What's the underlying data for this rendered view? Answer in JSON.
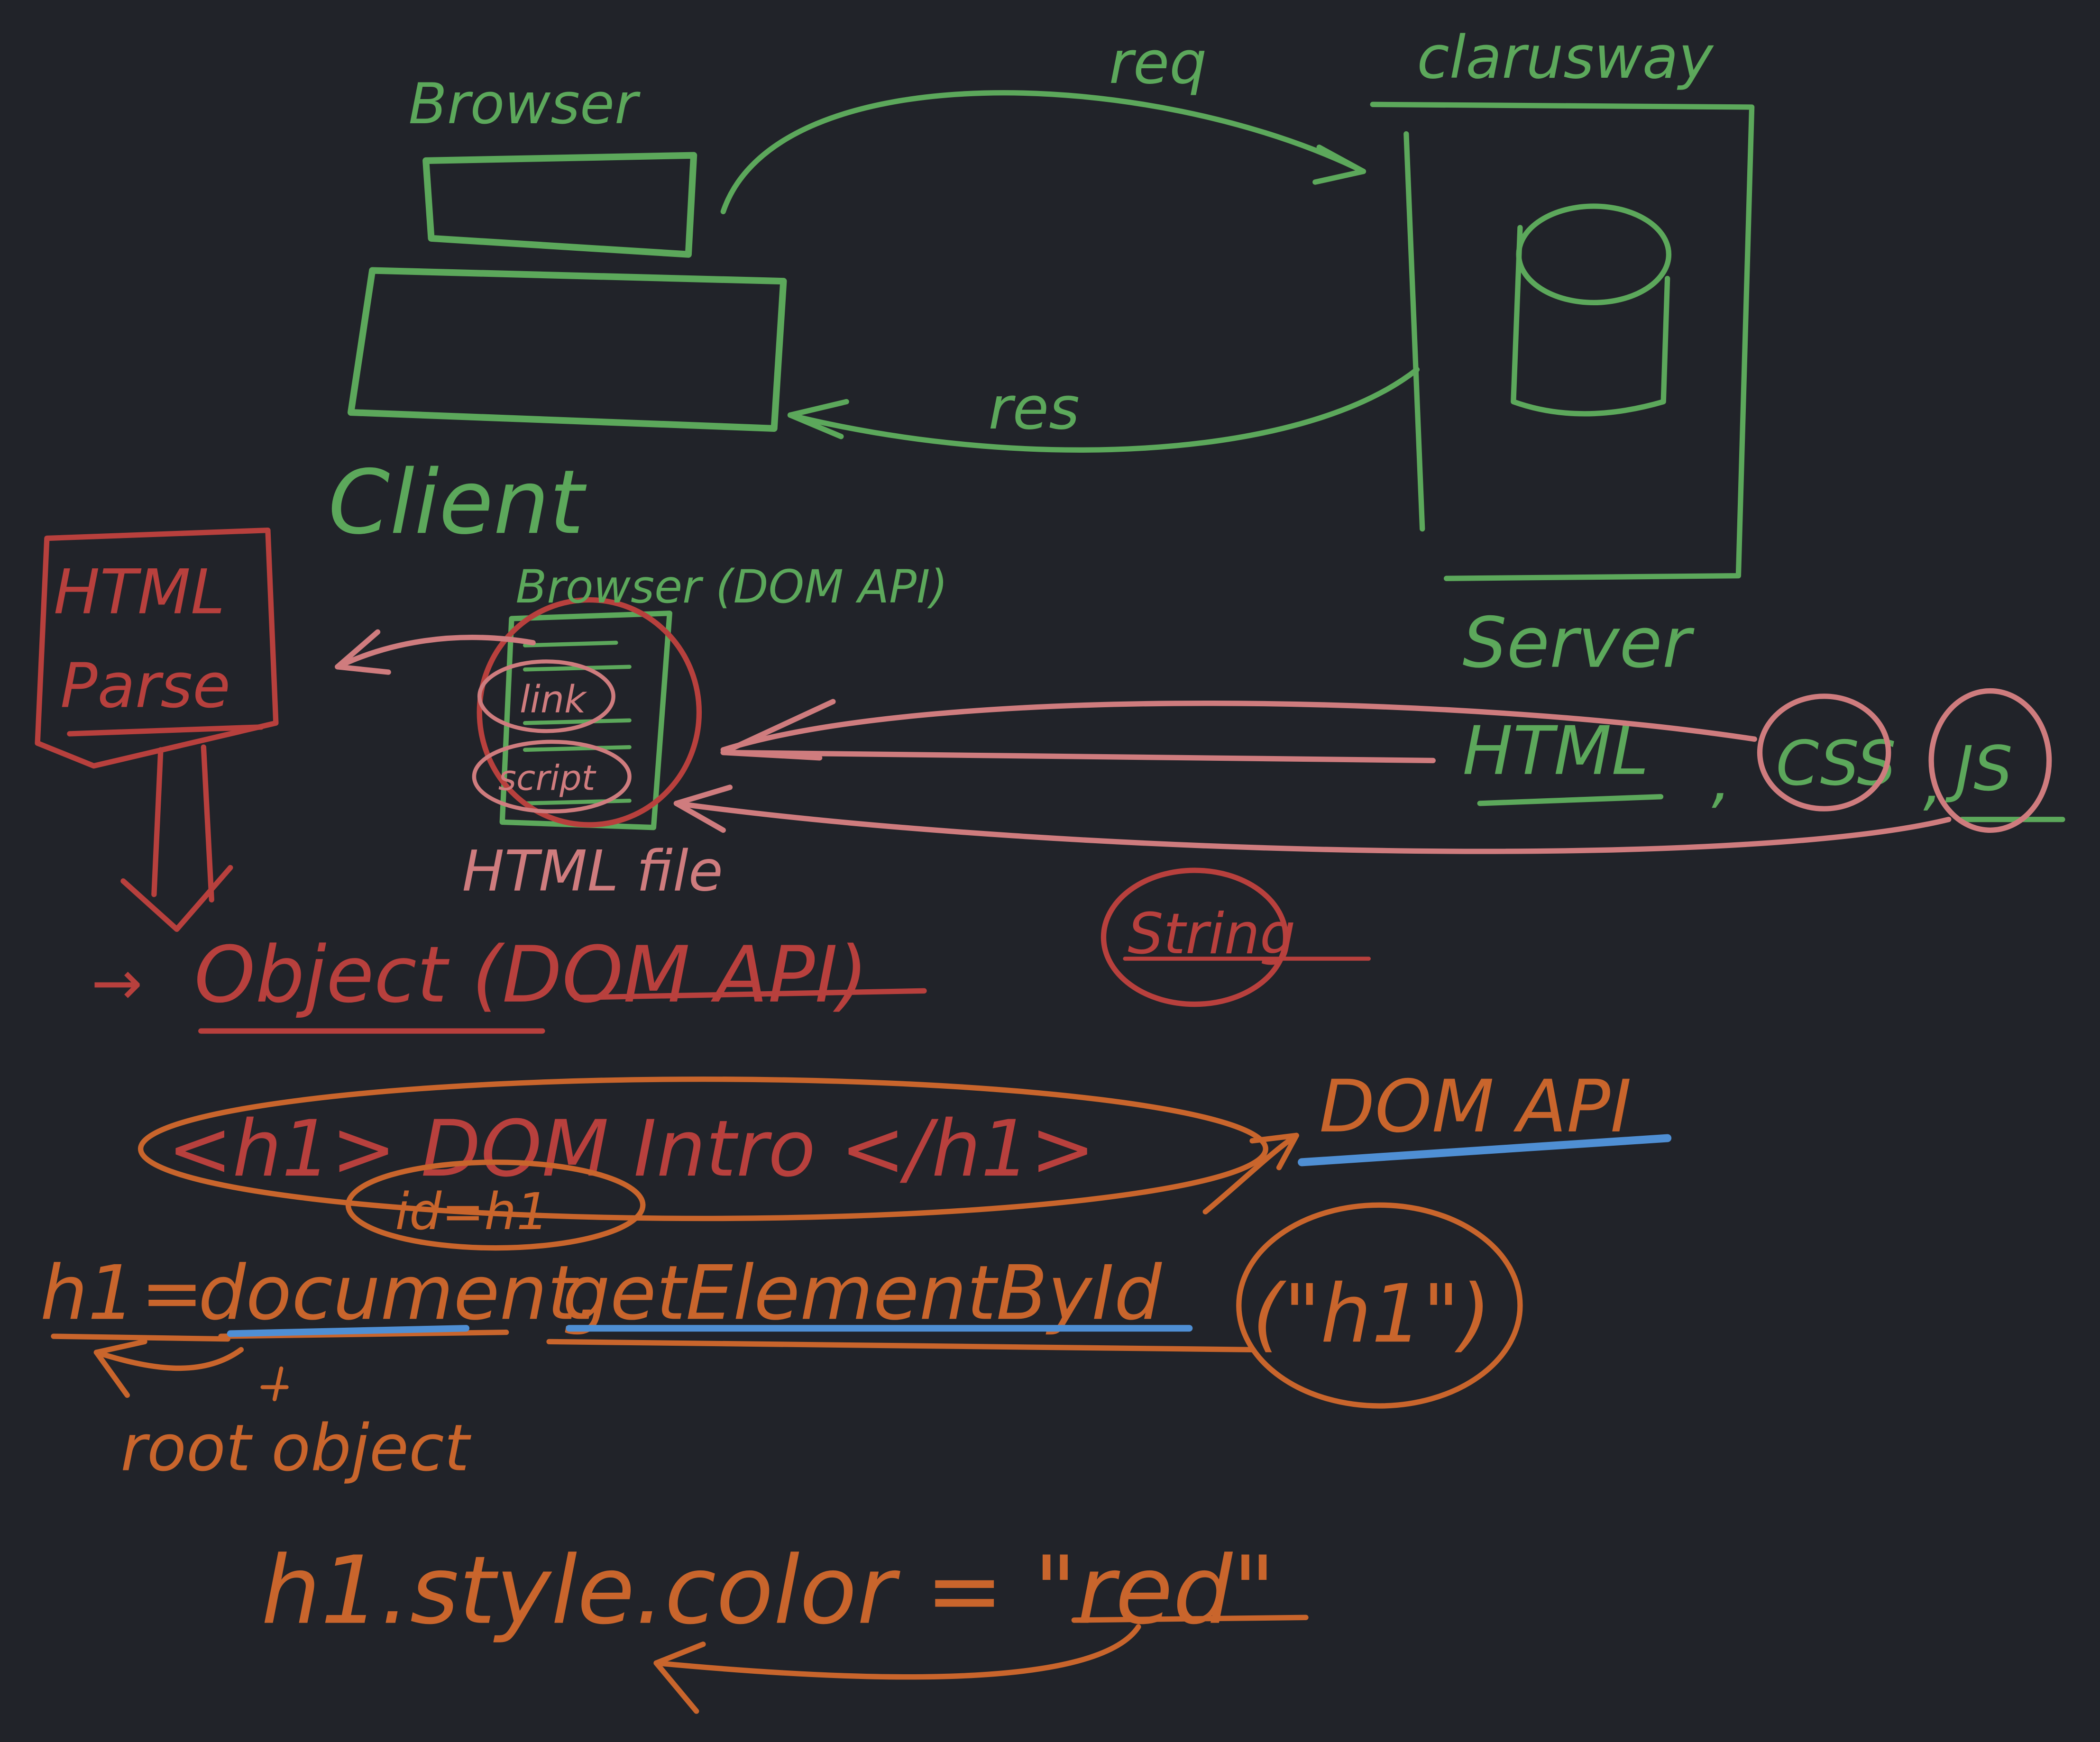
{
  "colors": {
    "background": "#212329",
    "green": "#5ca85b",
    "red": "#b8403d",
    "pink": "#cf7c7e",
    "orange": "#c9652c",
    "blue": "#4f8fd4"
  },
  "client_side": {
    "browser_label": "Browser",
    "client_label": "Client",
    "browser_dom_label": "Browser (DOM API)",
    "link_tag": "link",
    "script_tag": "script",
    "html_file_label": "HTML file",
    "html_parse_line1": "HTML",
    "html_parse_line2": "Parse",
    "object_label": "Object (DOM API)"
  },
  "server_side": {
    "company_label": "clarusway",
    "server_label": "Server",
    "files_html": "HTML",
    "files_css": "CSS",
    "files_js": "JS",
    "string_label": "String"
  },
  "http": {
    "request_label": "req",
    "response_label": "res"
  },
  "dom_example": {
    "element_text": "<h1> DOM Intro </h1>",
    "id_label": "id=h1",
    "dom_api_label": "DOM API",
    "code_lhs": "h1",
    "code_eq": "=",
    "code_document": "document.",
    "code_method": "getElementById",
    "code_arg": "(\"h1\")",
    "root_object_label": "root object",
    "style_line_prefix": "h1.style.color = \"",
    "style_line_value": "red",
    "style_line_suffix": "\""
  }
}
